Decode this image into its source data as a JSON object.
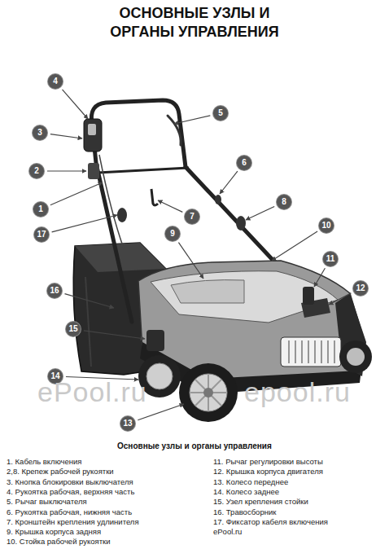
{
  "diagram": {
    "title": "ОСНОВНЫЕ УЗЛЫ И ОРГАНЫ УПРАВЛЕНИЯ",
    "labels": [
      "4",
      "3",
      "2",
      "1",
      "17",
      "5",
      "6",
      "7",
      "8",
      "10",
      "9",
      "11",
      "12",
      "16",
      "15",
      "14",
      "13",
      "Основные узлы и органы управления",
      "1. Кабель включения",
      "2,8. Крепеж рабочей рукоятки",
      "3. Кнопка блокировки выключателя",
      "4. Рукоятка рабочая, верхняя часть",
      "5. Рычаг выключателя",
      "6. Рукоятка рабочая, нижняя часть",
      "7. Кронштейн крепления удлинителя",
      "9. Крышка корпуса задняя",
      "10. Стойка рабочей рукоятки",
      "11. Рычаг регулировки высоты",
      "12. Крышка корпуса двигателя",
      "13. Колесо переднее",
      "14. Колесо заднее",
      "15. Узел крепления стойки",
      "16. Травосборник",
      "17. Фиксатор кабеля включения",
      "ePool.ru",
      "ePool.ru",
      "epool.ru"
    ]
  }
}
